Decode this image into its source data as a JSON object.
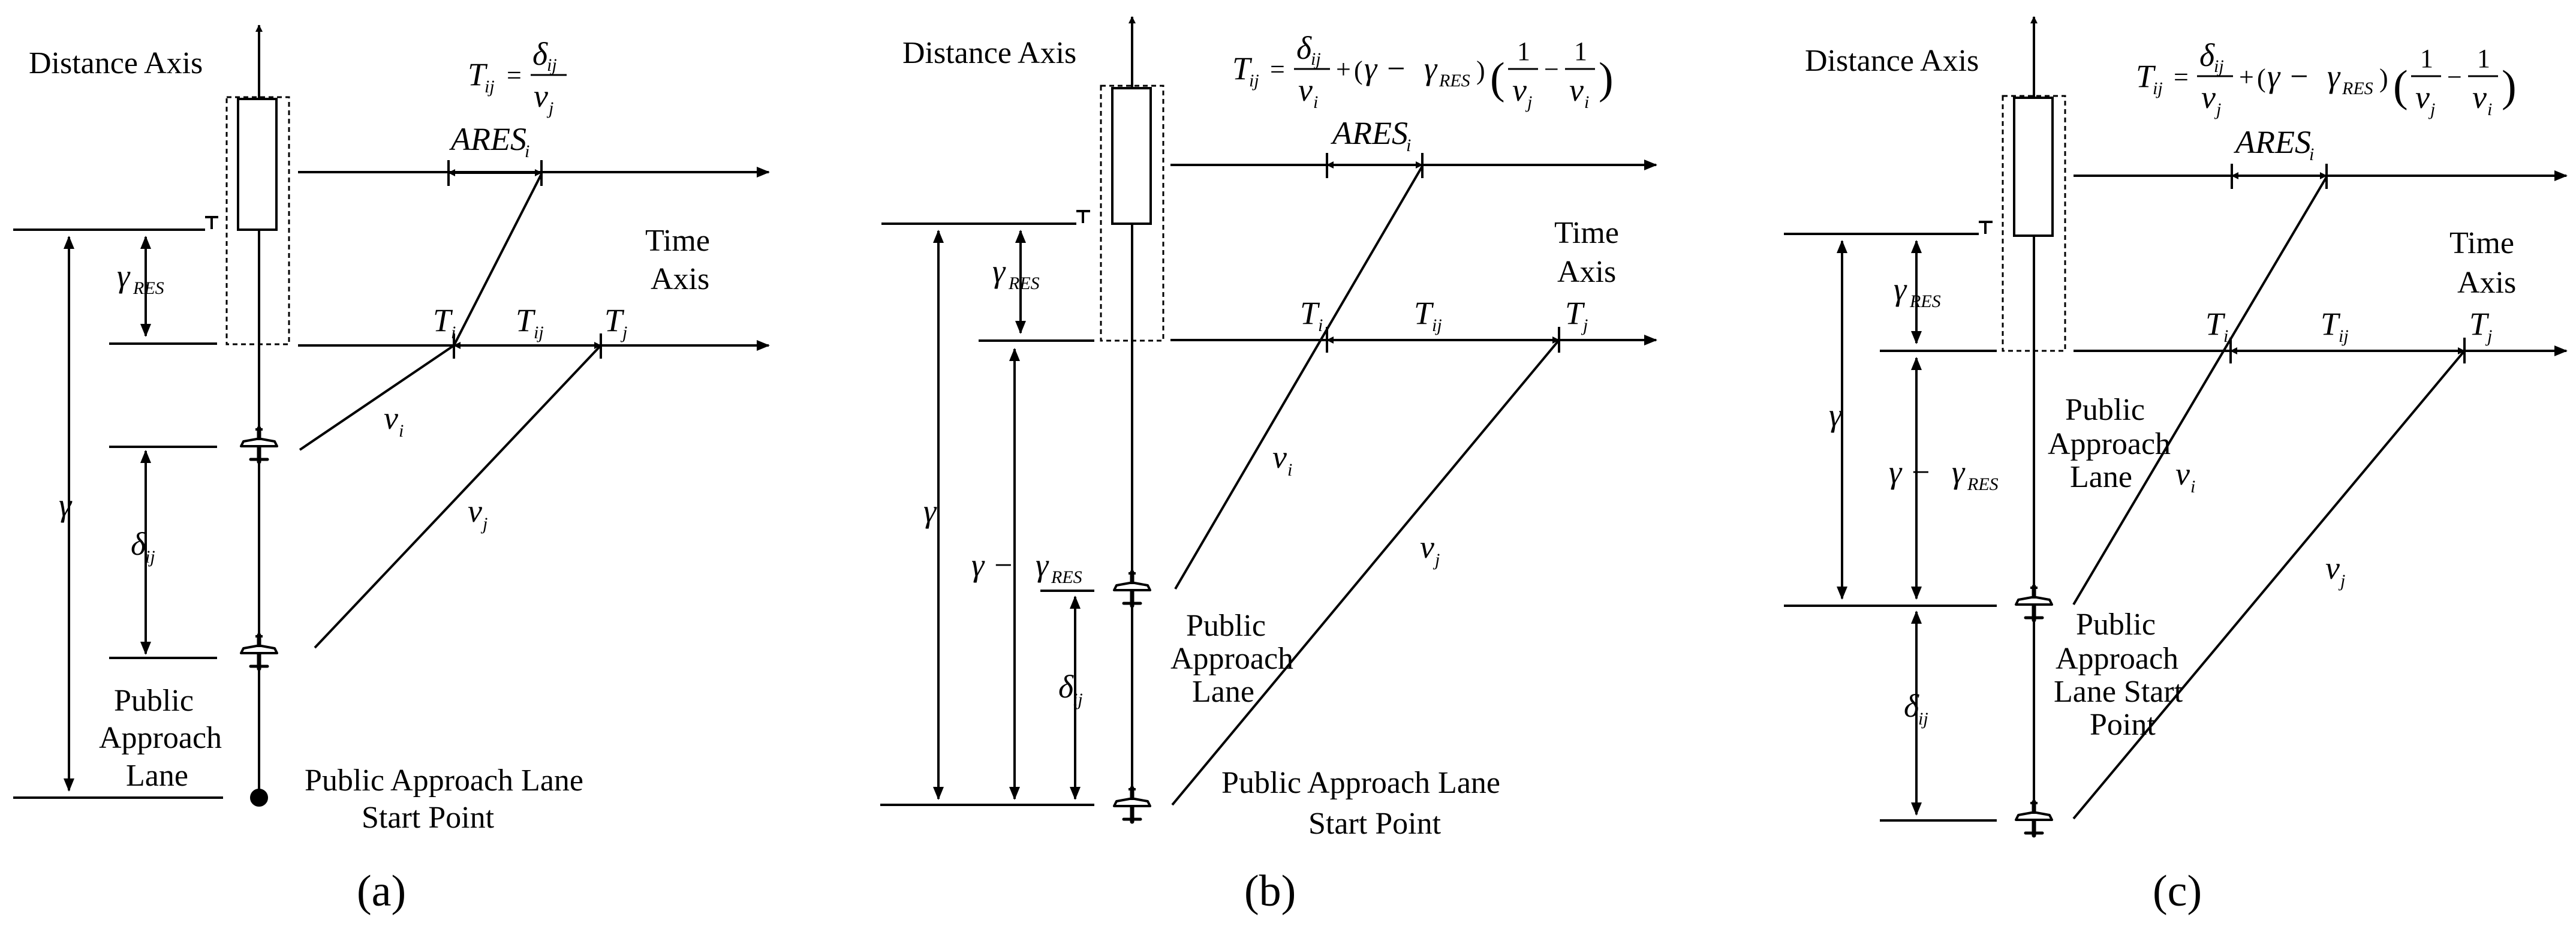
{
  "panels": [
    {
      "id": "a",
      "caption": "(a)",
      "distance_axis_label": "Distance Axis",
      "time_axis_label": [
        "Time",
        "Axis"
      ],
      "lane_label": [
        "Public",
        "Approach",
        "Lane"
      ],
      "start_label": [
        "Public Approach Lane",
        "Start Point"
      ],
      "formula": "T_ij = δ_ij / v_j"
    },
    {
      "id": "b",
      "caption": "(b)",
      "distance_axis_label": "Distance Axis",
      "time_axis_label": [
        "Time",
        "Axis"
      ],
      "lane_label": [
        "Public",
        "Approach",
        "Lane"
      ],
      "start_label": [
        "Public Approach Lane",
        "Start Point"
      ],
      "formula": "T_ij = δ_ij / v_i + (γ − γ_RES)(1/v_j − 1/v_i)"
    },
    {
      "id": "c",
      "caption": "(c)",
      "distance_axis_label": "Distance Axis",
      "time_axis_label": [
        "Time",
        "Axis"
      ],
      "lane_label": [
        "Public",
        "Approach",
        "Lane"
      ],
      "start_label": [
        "Public",
        "Approach",
        "Lane Start",
        "Point"
      ],
      "formula": "T_ij = δ_ij / v_j + (γ − γ_RES)(1/v_j − 1/v_i)"
    }
  ],
  "symbols": {
    "T": "T",
    "i": "i",
    "j": "j",
    "ij": "ij",
    "v": "v",
    "delta": "δ",
    "gamma": "γ",
    "gamma_minus": "γ −",
    "RES": "RES",
    "ARES": "ARES",
    "equals": "=",
    "plus": "+",
    "minus": "−",
    "one": "1",
    "open_paren": "(",
    "close_paren": ")"
  },
  "colors": {
    "ink": "#000000",
    "background": "#ffffff"
  }
}
